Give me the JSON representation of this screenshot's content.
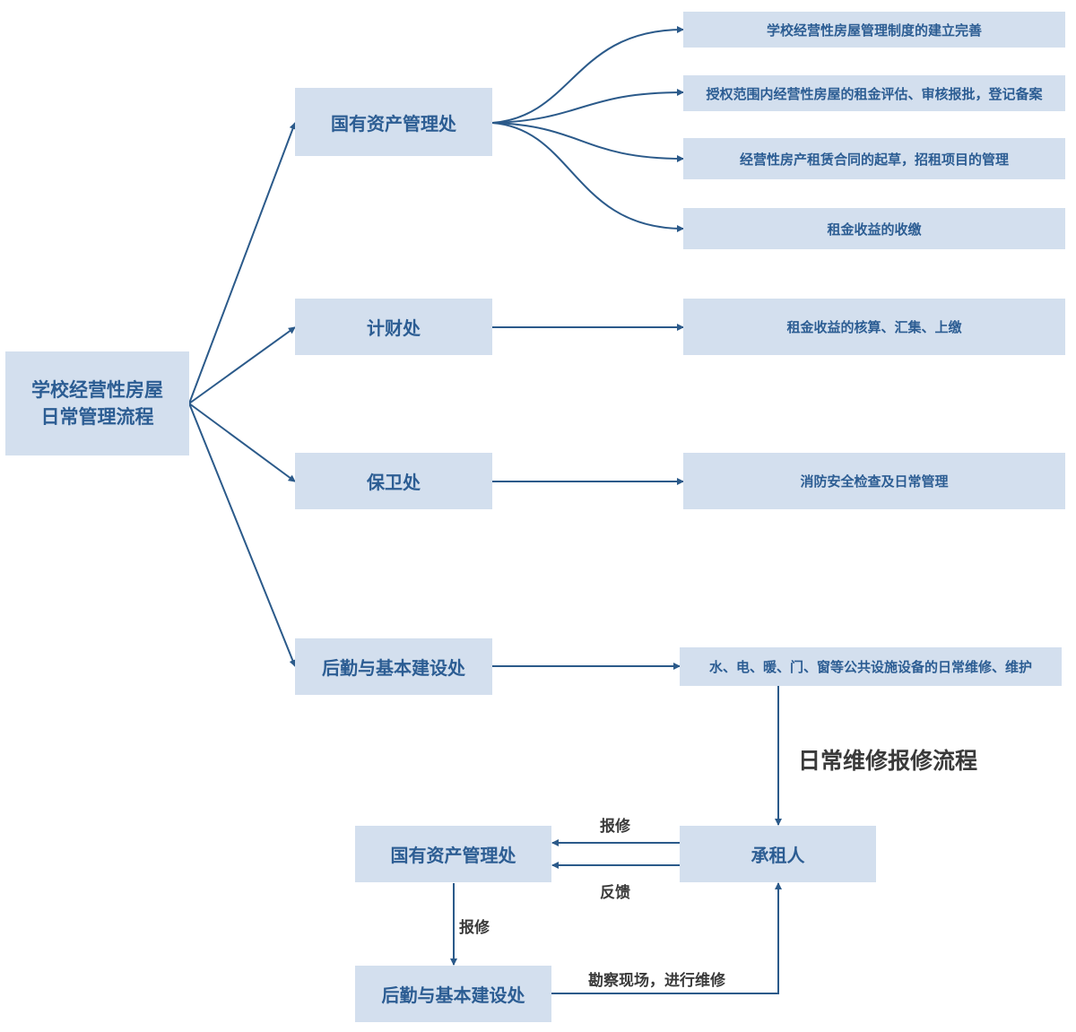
{
  "root": {
    "line1": "学校经营性房屋",
    "line2": "日常管理流程"
  },
  "departments": [
    {
      "label": "国有资产管理处"
    },
    {
      "label": "计财处"
    },
    {
      "label": "保卫处"
    },
    {
      "label": "后勤与基本建设处"
    }
  ],
  "duties": [
    {
      "label": "学校经营性房屋管理制度的建立完善"
    },
    {
      "label": "授权范围内经营性房屋的租金评估、审核报批，登记备案"
    },
    {
      "label": "经营性房产租赁合同的起草，招租项目的管理"
    },
    {
      "label": "租金收益的收缴"
    },
    {
      "label": "租金收益的核算、汇集、上缴"
    },
    {
      "label": "消防安全检查及日常管理"
    },
    {
      "label": "水、电、暖、门、窗等公共设施设备的日常维修、维护"
    }
  ],
  "repair_flow": {
    "title": "日常维修报修流程",
    "asset_office": "国有资产管理处",
    "tenant": "承租人",
    "logistics": "后勤与基本建设处",
    "label_report_to_office": "报修",
    "label_feedback": "反馈",
    "label_report_to_logistics": "报修",
    "label_inspect_repair": "勘察现场，进行维修"
  },
  "colors": {
    "box": "#d3dfee",
    "text": "#2c5d93",
    "line": "#2b5a8a"
  }
}
